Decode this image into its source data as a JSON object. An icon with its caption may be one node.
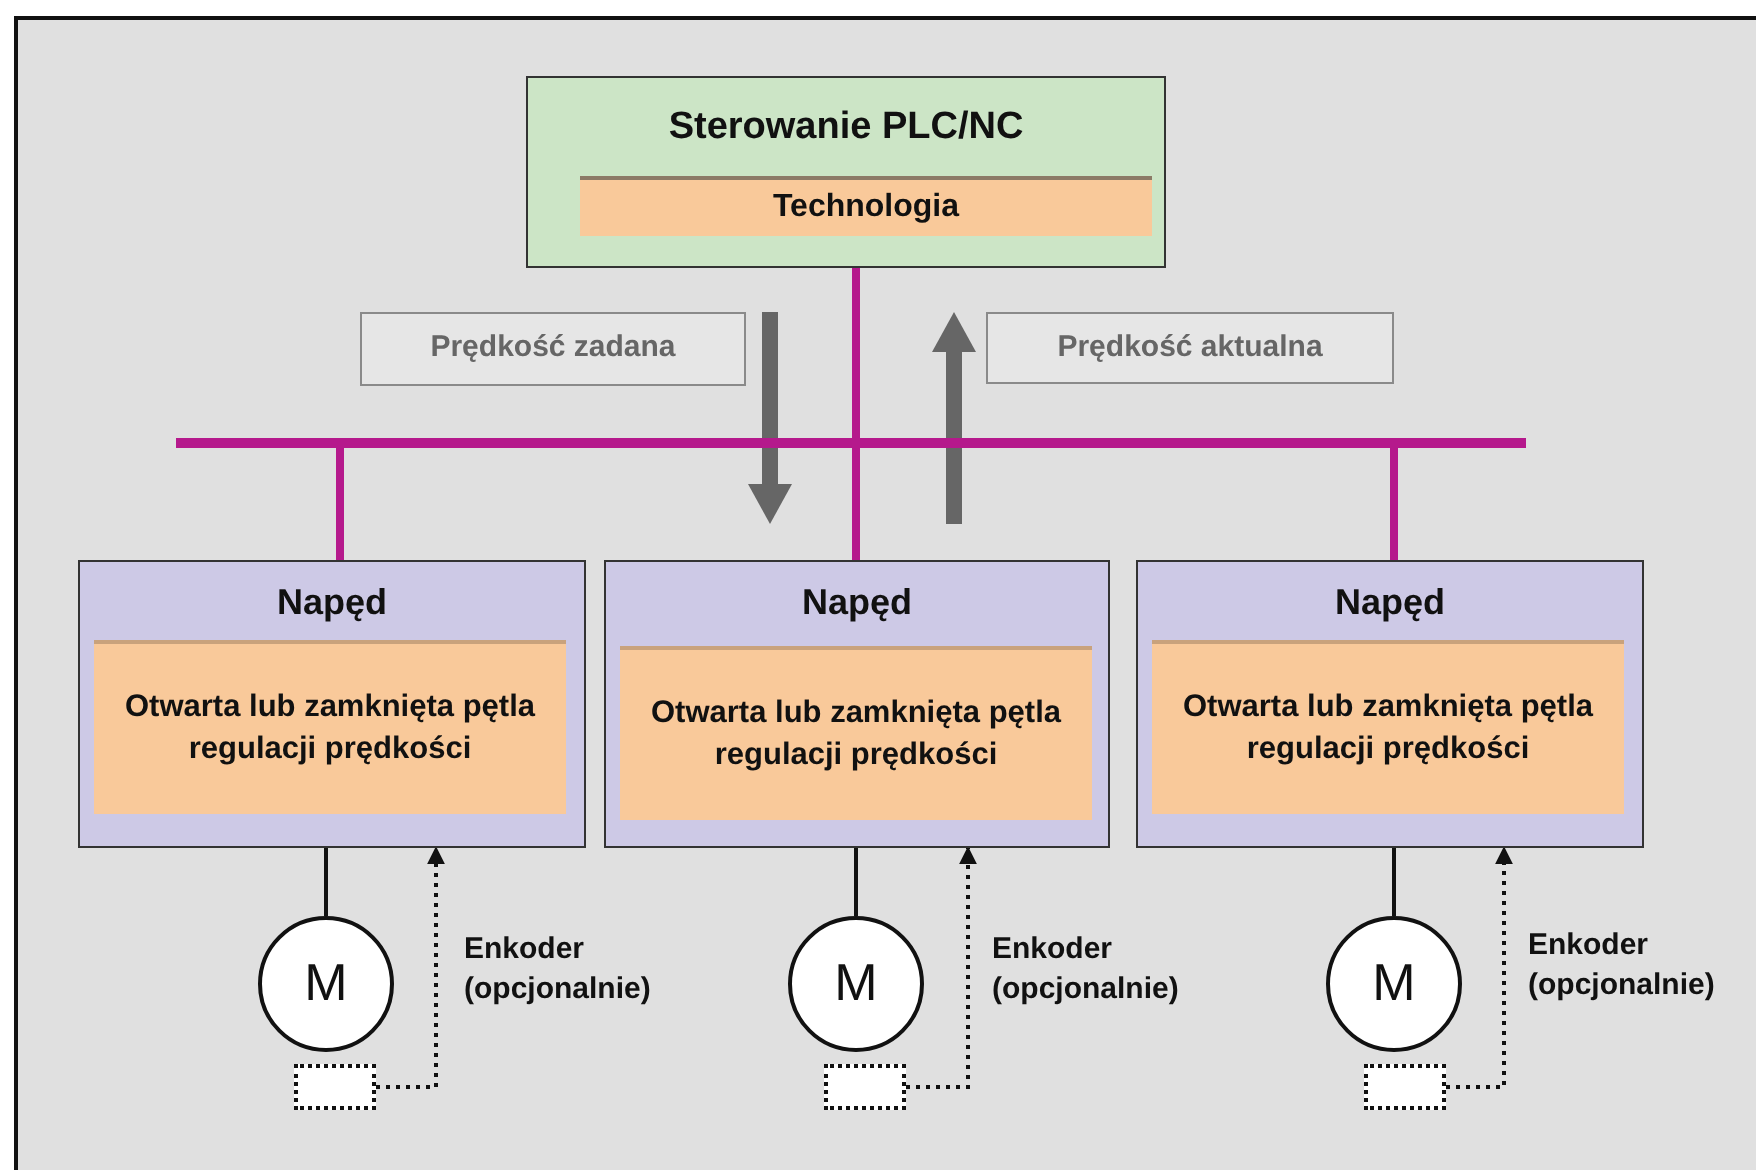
{
  "diagram": {
    "nodes": [
      {
        "text": [
          "Sterowanie PLC/NC"
        ]
      },
      {
        "text": [
          "Technologia"
        ],
        "in": 0
      },
      {
        "text": [
          "Prędkość zadana"
        ]
      },
      {
        "text": [
          "Prędkość aktualna"
        ]
      },
      {
        "text": [],
        "shape": "bar"
      },
      {
        "text": [
          "Napęd"
        ]
      },
      {
        "text": [
          "Otwarta lub zamknięta pętla regulacji prędkości"
        ],
        "in": 5
      },
      {
        "text": [
          "Napęd"
        ]
      },
      {
        "text": [
          "Otwarta lub zamknięta pętla regulacji prędkości"
        ],
        "in": 7
      },
      {
        "text": [
          "Napęd"
        ]
      },
      {
        "text": [
          "Otwarta lub zamknięta pętla regulacji prędkości"
        ],
        "in": 9
      },
      {
        "text": [
          "M"
        ]
      },
      {
        "text": [],
        "shape": "box"
      },
      {
        "text": [
          "M"
        ]
      },
      {
        "text": [],
        "shape": "box"
      },
      {
        "text": [
          "M"
        ]
      },
      {
        "text": [],
        "shape": "box"
      }
    ],
    "edges": [
      {
        "from": 0,
        "to": 4,
        "arrow": "none",
        "style": "thick",
        "color": "#b5198c"
      },
      {
        "from": 4,
        "to": 5,
        "arrow": "none",
        "style": "thick",
        "color": "#b5198c"
      },
      {
        "from": 4,
        "to": 7,
        "arrow": "none",
        "style": "thick",
        "color": "#b5198c"
      },
      {
        "from": 4,
        "to": 9,
        "arrow": "none",
        "style": "thick",
        "color": "#b5198c"
      },
      {
        "from": 6,
        "to": 11,
        "arrow": "none"
      },
      {
        "from": 12,
        "to": 5,
        "arrow": "to",
        "style": "dashed"
      },
      {
        "from": 8,
        "to": 13,
        "arrow": "none"
      },
      {
        "from": 14,
        "to": 7,
        "arrow": "to",
        "style": "dashed"
      },
      {
        "from": 10,
        "to": 15,
        "arrow": "none"
      },
      {
        "from": 16,
        "to": 9,
        "arrow": "to",
        "style": "dashed"
      }
    ],
    "labels": [
      "Enkoder (opcjonalnie)",
      "Enkoder (opcjonalnie)",
      "Enkoder (opcjonalnie)"
    ]
  }
}
